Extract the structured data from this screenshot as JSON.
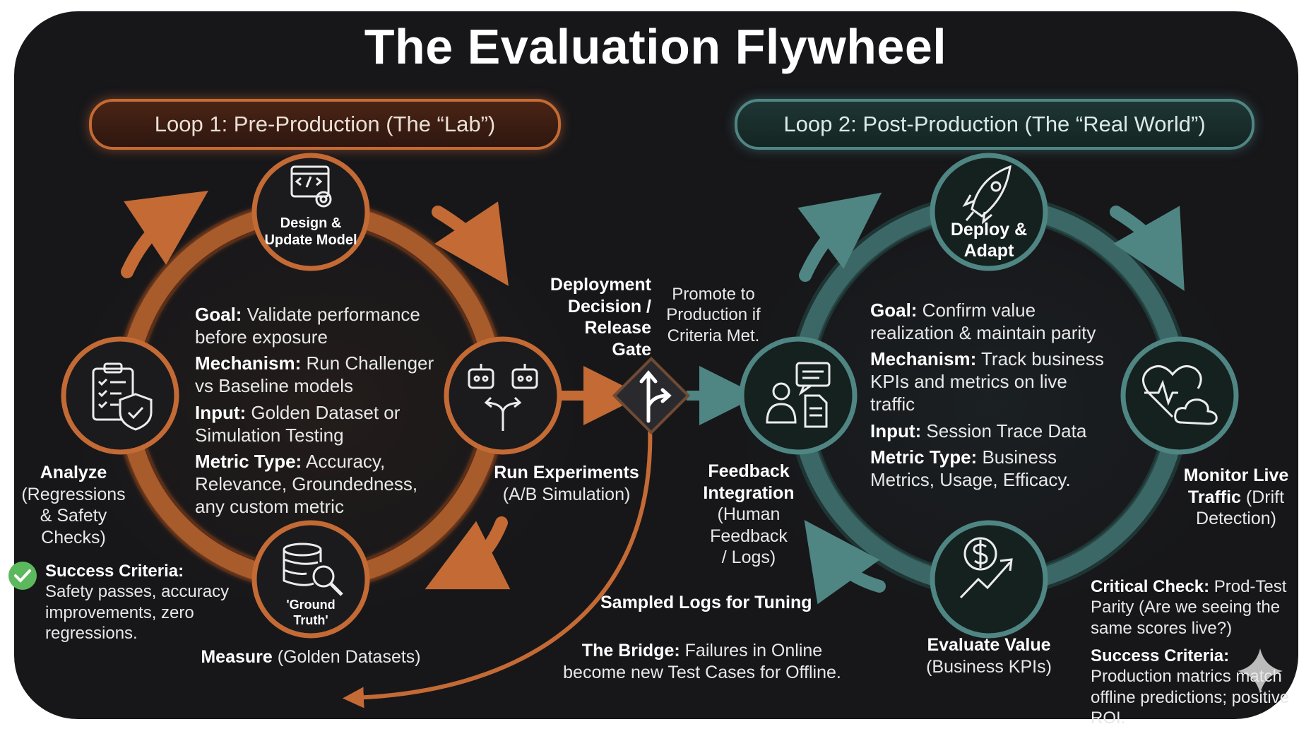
{
  "title": "The Evaluation Flywheel",
  "loop1": {
    "header": "Loop 1: Pre-Production (The “Lab”)",
    "nodes": {
      "design_label": "Design &\nUpdate Model",
      "run_title": "Run Experiments",
      "run_sub": "(A/B Simulation)",
      "measure_icon_label": "'Ground\nTruth'",
      "measure_title": "Measure",
      "measure_sub": " (Golden Datasets)",
      "analyze_title": "Analyze",
      "analyze_sub": "(Regressions\n& Safety\nChecks)"
    },
    "center": {
      "goal_label": "Goal:",
      "goal_text": " Validate performance before exposure",
      "mechanism_label": "Mechanism:",
      "mechanism_text": " Run Challenger vs Baseline models",
      "input_label": "Input:",
      "input_text": " Golden Dataset or Simulation Testing",
      "metric_label": "Metric Type:",
      "metric_text": " Accuracy, Relevance, Groundedness, any custom metric"
    },
    "success_label": "Success Criteria:",
    "success_text": "Safety passes, accuracy\nimprovements, zero\nregressions."
  },
  "gate": {
    "title": "Deployment\nDecision /\nRelease\nGate",
    "promote": "Promote to\nProduction if\nCriteria Met."
  },
  "loop2": {
    "header": "Loop 2: Post-Production (The “Real World”)",
    "nodes": {
      "deploy_label": "Deploy &\nAdapt",
      "monitor_title": "Monitor Live\nTraffic",
      "monitor_sub": " (Drift\nDetection)",
      "evaluate_title": "Evaluate Value",
      "evaluate_sub": "(Business KPIs)",
      "feedback_title": "Feedback\nIntegration",
      "feedback_sub": "(Human Feedback\n/ Logs)"
    },
    "center": {
      "goal_label": "Goal:",
      "goal_text": " Confirm value realization & maintain parity",
      "mechanism_label": "Mechanism:",
      "mechanism_text": " Track business KPIs and metrics on live traffic",
      "input_label": "Input:",
      "input_text": " Session Trace Data",
      "metric_label": "Metric Type:",
      "metric_text": " Business Metrics, Usage, Efficacy."
    },
    "critical_label": "Critical Check:",
    "critical_text": " Prod-Test Parity (Are we seeing the same scores live?)",
    "success_label": "Success Criteria:",
    "success_text": " Production matrics match offline predictions; positive ROI."
  },
  "bridge": {
    "sampled": "Sampled Logs for Tuning",
    "label": "The Bridge:",
    "text": " Failures in Online\nbecome new Test Cases for Offline."
  },
  "colors": {
    "orange": "#c46a35",
    "orange_light": "#e08a4e",
    "teal": "#4f8683",
    "teal_light": "#6fa7a3",
    "background": "#17171a",
    "success_check": "#5cb85c"
  },
  "icons": {
    "design": "code-window-gear-icon",
    "run": "robots-split-arrow-icon",
    "measure": "database-magnifier-icon",
    "analyze": "clipboard-shield-icon",
    "gate": "fork-arrow-icon",
    "deploy": "rocket-icon",
    "monitor": "heartbeat-cloud-icon",
    "evaluate": "dollar-growth-icon",
    "feedback": "people-chat-document-icon",
    "success": "check-circle-icon"
  }
}
